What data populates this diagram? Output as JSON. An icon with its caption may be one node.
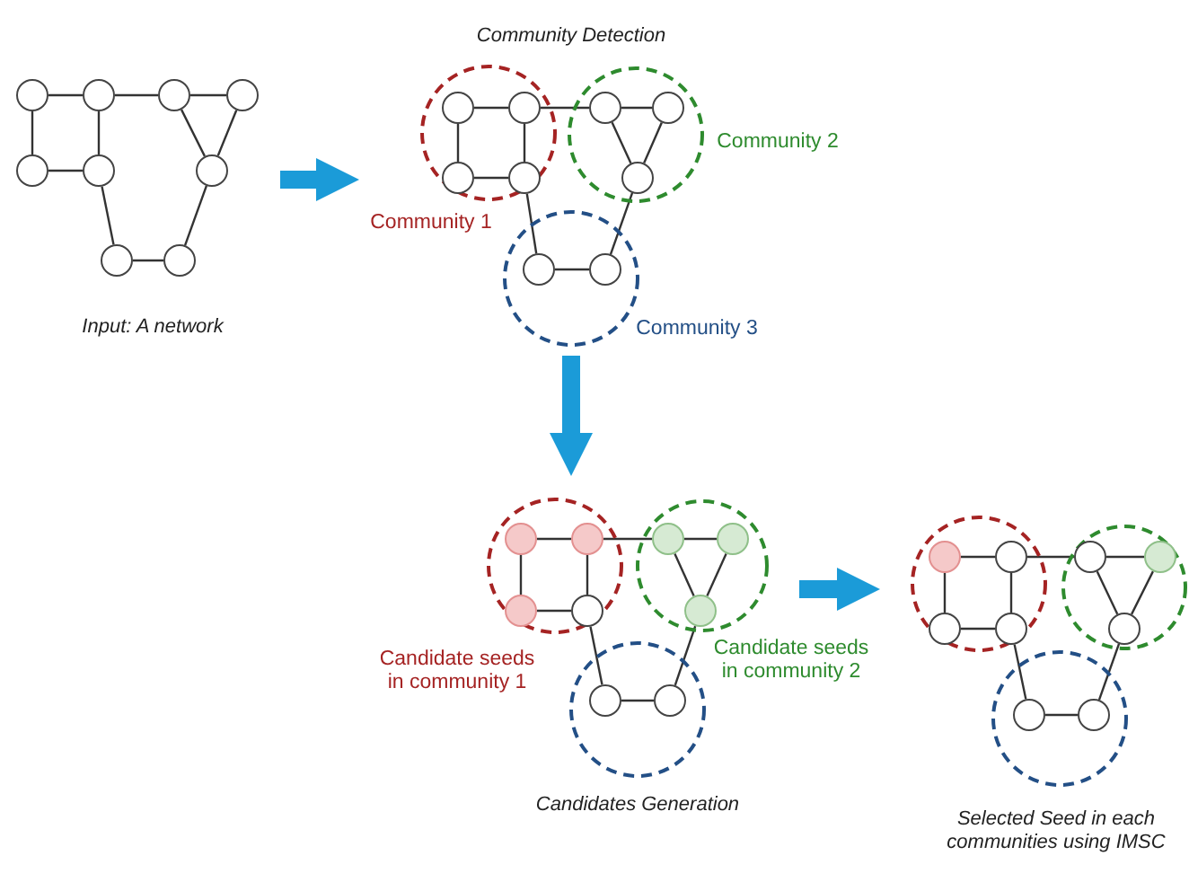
{
  "diagram": {
    "nodes": [
      {
        "text": [
          "Input: A network"
        ]
      },
      {
        "text": [],
        "shape": "circle",
        "in": 0
      },
      {
        "text": [],
        "shape": "circle",
        "in": 0
      },
      {
        "text": [],
        "shape": "circle",
        "in": 0
      },
      {
        "text": [],
        "shape": "circle",
        "in": 0
      },
      {
        "text": [],
        "shape": "circle",
        "in": 0
      },
      {
        "text": [],
        "shape": "circle",
        "in": 0
      },
      {
        "text": [],
        "shape": "circle",
        "in": 0
      },
      {
        "text": [],
        "shape": "circle",
        "in": 0
      },
      {
        "text": [],
        "shape": "circle",
        "in": 0
      },
      {
        "text": [
          "Community Detection"
        ]
      },
      {
        "text": [
          "Community 1"
        ],
        "in": 10
      },
      {
        "text": [
          "Community 2"
        ],
        "in": 10
      },
      {
        "text": [
          "Community 3"
        ],
        "in": 10
      },
      {
        "text": [],
        "shape": "circle",
        "in": 11
      },
      {
        "text": [],
        "shape": "circle",
        "in": 11
      },
      {
        "text": [],
        "shape": "circle",
        "in": 12
      },
      {
        "text": [],
        "shape": "circle",
        "in": 12
      },
      {
        "text": [],
        "shape": "circle",
        "in": 11
      },
      {
        "text": [],
        "shape": "circle",
        "in": 11
      },
      {
        "text": [],
        "shape": "circle",
        "in": 12
      },
      {
        "text": [],
        "shape": "circle",
        "in": 13
      },
      {
        "text": [],
        "shape": "circle",
        "in": 13
      },
      {
        "text": [
          "Candidates Generation"
        ]
      },
      {
        "text": [
          "Candidate seeds in community 1"
        ],
        "in": 23
      },
      {
        "text": [
          "Candidate seeds in community 2"
        ],
        "in": 23
      },
      {
        "text": [],
        "shape": "circle",
        "in": 23
      },
      {
        "text": [],
        "shape": "circle",
        "in": 24
      },
      {
        "text": [],
        "shape": "circle",
        "in": 24
      },
      {
        "text": [],
        "shape": "circle",
        "in": 25
      },
      {
        "text": [],
        "shape": "circle",
        "in": 25
      },
      {
        "text": [],
        "shape": "circle",
        "in": 24
      },
      {
        "text": [],
        "shape": "circle",
        "in": 24
      },
      {
        "text": [],
        "shape": "circle",
        "in": 25
      },
      {
        "text": [],
        "shape": "circle",
        "in": 26
      },
      {
        "text": [],
        "shape": "circle",
        "in": 26
      },
      {
        "text": [
          "Selected Seed in each communities using IMSC"
        ]
      },
      {
        "text": [],
        "shape": "circle",
        "in": 36
      },
      {
        "text": [],
        "shape": "circle",
        "in": 36
      },
      {
        "text": [],
        "shape": "circle",
        "in": 36
      },
      {
        "text": [],
        "shape": "circle",
        "in": 37
      },
      {
        "text": [],
        "shape": "circle",
        "in": 37
      },
      {
        "text": [],
        "shape": "circle",
        "in": 38
      },
      {
        "text": [],
        "shape": "circle",
        "in": 38
      },
      {
        "text": [],
        "shape": "circle",
        "in": 37
      },
      {
        "text": [],
        "shape": "circle",
        "in": 37
      },
      {
        "text": [],
        "shape": "circle",
        "in": 38
      },
      {
        "text": [],
        "shape": "circle",
        "in": 39
      },
      {
        "text": [],
        "shape": "circle",
        "in": 39
      }
    ],
    "edges": [
      {
        "from": 1,
        "to": 2,
        "arrow": "none"
      },
      {
        "from": 1,
        "to": 5,
        "arrow": "none"
      },
      {
        "from": 2,
        "to": 6,
        "arrow": "none"
      },
      {
        "from": 5,
        "to": 6,
        "arrow": "none"
      },
      {
        "from": 2,
        "to": 3,
        "arrow": "none"
      },
      {
        "from": 3,
        "to": 4,
        "arrow": "none"
      },
      {
        "from": 3,
        "to": 7,
        "arrow": "none"
      },
      {
        "from": 4,
        "to": 7,
        "arrow": "none"
      },
      {
        "from": 6,
        "to": 8,
        "arrow": "none"
      },
      {
        "from": 8,
        "to": 9,
        "arrow": "none"
      },
      {
        "from": 9,
        "to": 7,
        "arrow": "none"
      },
      {
        "from": 0,
        "to": 10,
        "arrow": "to",
        "style": "thick",
        "color": "#1b9bd8"
      },
      {
        "from": 14,
        "to": 15,
        "arrow": "none"
      },
      {
        "from": 14,
        "to": 18,
        "arrow": "none"
      },
      {
        "from": 15,
        "to": 19,
        "arrow": "none"
      },
      {
        "from": 18,
        "to": 19,
        "arrow": "none"
      },
      {
        "from": 15,
        "to": 16,
        "arrow": "none"
      },
      {
        "from": 16,
        "to": 17,
        "arrow": "none"
      },
      {
        "from": 16,
        "to": 20,
        "arrow": "none"
      },
      {
        "from": 17,
        "to": 20,
        "arrow": "none"
      },
      {
        "from": 19,
        "to": 21,
        "arrow": "none"
      },
      {
        "from": 21,
        "to": 22,
        "arrow": "none"
      },
      {
        "from": 22,
        "to": 20,
        "arrow": "none"
      },
      {
        "from": 10,
        "to": 23,
        "arrow": "to",
        "style": "thick",
        "color": "#1b9bd8"
      },
      {
        "from": 27,
        "to": 28,
        "arrow": "none"
      },
      {
        "from": 27,
        "to": 31,
        "arrow": "none"
      },
      {
        "from": 28,
        "to": 32,
        "arrow": "none"
      },
      {
        "from": 31,
        "to": 32,
        "arrow": "none"
      },
      {
        "from": 28,
        "to": 29,
        "arrow": "none"
      },
      {
        "from": 29,
        "to": 30,
        "arrow": "none"
      },
      {
        "from": 29,
        "to": 33,
        "arrow": "none"
      },
      {
        "from": 30,
        "to": 33,
        "arrow": "none"
      },
      {
        "from": 32,
        "to": 34,
        "arrow": "none"
      },
      {
        "from": 34,
        "to": 35,
        "arrow": "none"
      },
      {
        "from": 35,
        "to": 33,
        "arrow": "none"
      },
      {
        "from": 23,
        "to": 36,
        "arrow": "to",
        "style": "thick",
        "color": "#1b9bd8"
      },
      {
        "from": 40,
        "to": 41,
        "arrow": "none"
      },
      {
        "from": 40,
        "to": 44,
        "arrow": "none"
      },
      {
        "from": 41,
        "to": 45,
        "arrow": "none"
      },
      {
        "from": 44,
        "to": 45,
        "arrow": "none"
      },
      {
        "from": 41,
        "to": 42,
        "arrow": "none"
      },
      {
        "from": 42,
        "to": 43,
        "arrow": "none"
      },
      {
        "from": 42,
        "to": 46,
        "arrow": "none"
      },
      {
        "from": 43,
        "to": 46,
        "arrow": "none"
      },
      {
        "from": 45,
        "to": 47,
        "arrow": "none"
      },
      {
        "from": 47,
        "to": 48,
        "arrow": "none"
      },
      {
        "from": 48,
        "to": 46,
        "arrow": "none"
      }
    ]
  }
}
